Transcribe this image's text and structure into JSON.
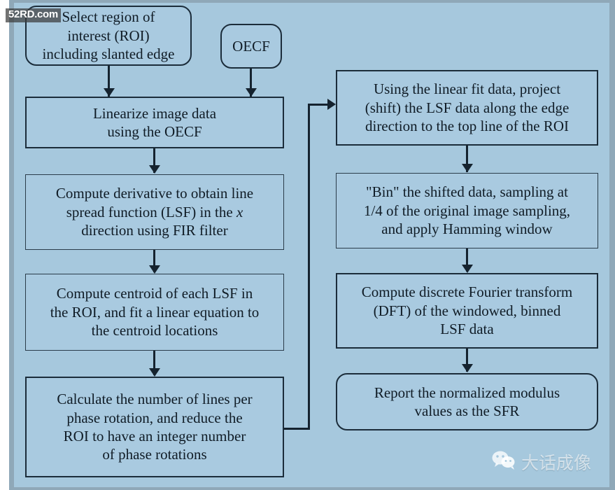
{
  "diagram": {
    "title": "Slanted-edge SFR computation flowchart",
    "background_color": "#a6c8dd",
    "frame_color": "#8fa8b8",
    "node_border_color": "#1b2c3a",
    "connector_color": "#15232f"
  },
  "nodes": {
    "select_roi": {
      "label": "Select region of\ninterest (ROI)\nincluding slanted edge",
      "shape": "rounded-rect"
    },
    "oecf": {
      "label": "OECF",
      "shape": "rounded-rect"
    },
    "linearize": {
      "label": "Linearize image data\nusing the OECF",
      "shape": "rect"
    },
    "derivative": {
      "label_part1": "Compute derivative to obtain line\nspread function (LSF) in the ",
      "label_italic": "x",
      "label_part2": "\ndirection using FIR filter",
      "shape": "rect"
    },
    "centroid": {
      "label": "Compute centroid of each LSF in\nthe ROI, and fit a linear equation to\nthe centroid locations",
      "shape": "rect"
    },
    "phase_rotations": {
      "label": "Calculate the number of lines per\nphase rotation, and reduce the\nROI to have an integer number\nof phase rotations",
      "shape": "rect"
    },
    "project_shift": {
      "label": "Using the linear fit data, project\n(shift) the LSF data along the edge\ndirection to the top line of the ROI",
      "shape": "rect"
    },
    "bin": {
      "label": "\"Bin\" the shifted data, sampling at\n1/4 of the original image sampling,\nand apply Hamming window",
      "shape": "rect"
    },
    "dft": {
      "label": "Compute discrete Fourier transform\n(DFT) of the windowed, binned\nLSF data",
      "shape": "rect"
    },
    "report": {
      "label": "Report the normalized modulus\nvalues as the SFR",
      "shape": "rounded-rect"
    }
  },
  "watermarks": {
    "top_left": "52RD.com",
    "bottom_right_text": "大话成像",
    "bottom_right_icon": "wechat-icon"
  }
}
